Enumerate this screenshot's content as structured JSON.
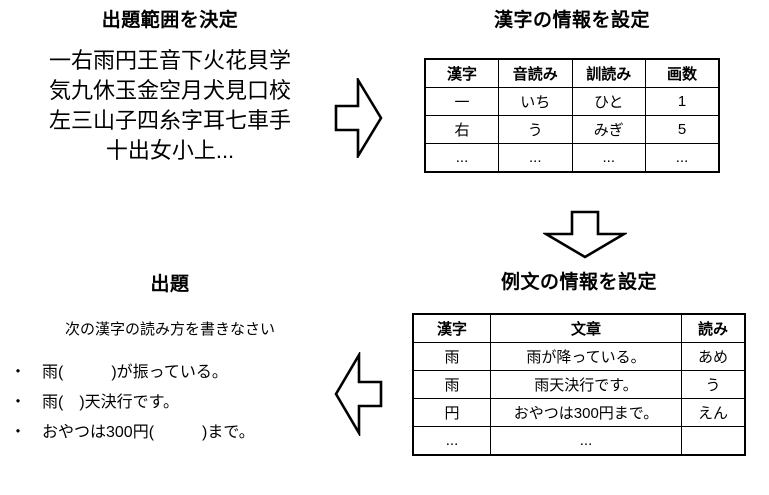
{
  "sections": {
    "scope": {
      "title": "出題範囲を決定",
      "kanji_lines": [
        "一右雨円王音下火花貝学",
        "気九休玉金空月犬見口校",
        "左三山子四糸字耳七車手",
        "十出女小上..."
      ]
    },
    "kanji_info": {
      "title": "漢字の情報を設定",
      "columns": [
        "漢字",
        "音読み",
        "訓読み",
        "画数"
      ],
      "rows": [
        [
          "一",
          "いち",
          "ひと",
          "1"
        ],
        [
          "右",
          "う",
          "みぎ",
          "5"
        ],
        [
          "...",
          "...",
          "...",
          "..."
        ]
      ]
    },
    "sentence_info": {
      "title": "例文の情報を設定",
      "columns": [
        "漢字",
        "文章",
        "読み"
      ],
      "rows": [
        [
          "雨",
          "雨が降っている。",
          "あめ"
        ],
        [
          "雨",
          "雨天決行です。",
          "う"
        ],
        [
          "円",
          "おやつは300円まで。",
          "えん"
        ],
        [
          "...",
          "...",
          ""
        ]
      ]
    },
    "quiz": {
      "title": "出題",
      "instruction": "次の漢字の読み方を書きなさい",
      "items": [
        "・　雨(　　　)が振っている。",
        "・　雨(　)天決行です。",
        "・　おやつは300円(　　　)まで。"
      ]
    }
  },
  "arrows": {
    "scope_to_kanji": "arrow-right",
    "kanji_to_sentence": "arrow-down",
    "sentence_to_quiz": "arrow-left"
  },
  "colors": {
    "stroke": "#000000",
    "background": "#ffffff"
  }
}
